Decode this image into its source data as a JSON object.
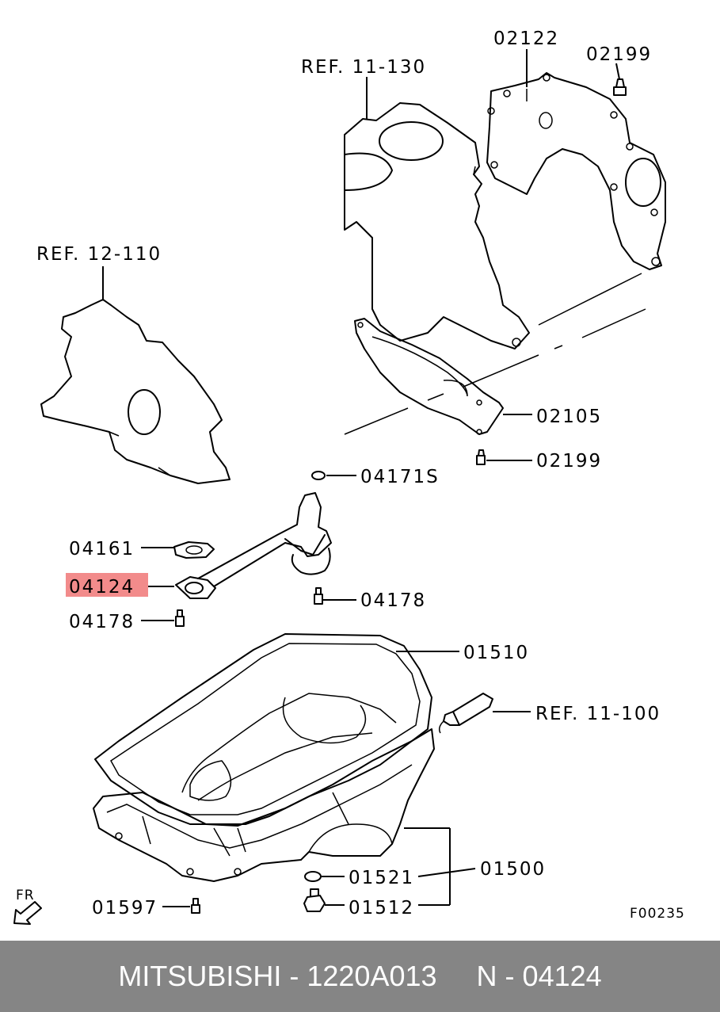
{
  "labels": {
    "ref_11_130": "REF. 11-130",
    "p02122": "02122",
    "p02199_top": "02199",
    "ref_12_110": "REF. 12-110",
    "p02105": "02105",
    "p02199_mid": "02199",
    "p04171s": "04171S",
    "p04161": "04161",
    "p04124": "04124",
    "p04178_right": "04178",
    "p04178_left": "04178",
    "p01510": "01510",
    "ref_11_100": "REF. 11-100",
    "p01500": "01500",
    "p01521": "01521",
    "p01512": "01512",
    "p01597": "01597",
    "fr": "FR",
    "fig_code": "F00235"
  },
  "highlight_color": "#f28b8b",
  "footer": {
    "brand": "MITSUBISHI",
    "sep1": " - ",
    "part_number": "1220A013",
    "gap": "     ",
    "pos_prefix": "N - ",
    "pos_number": "04124"
  }
}
